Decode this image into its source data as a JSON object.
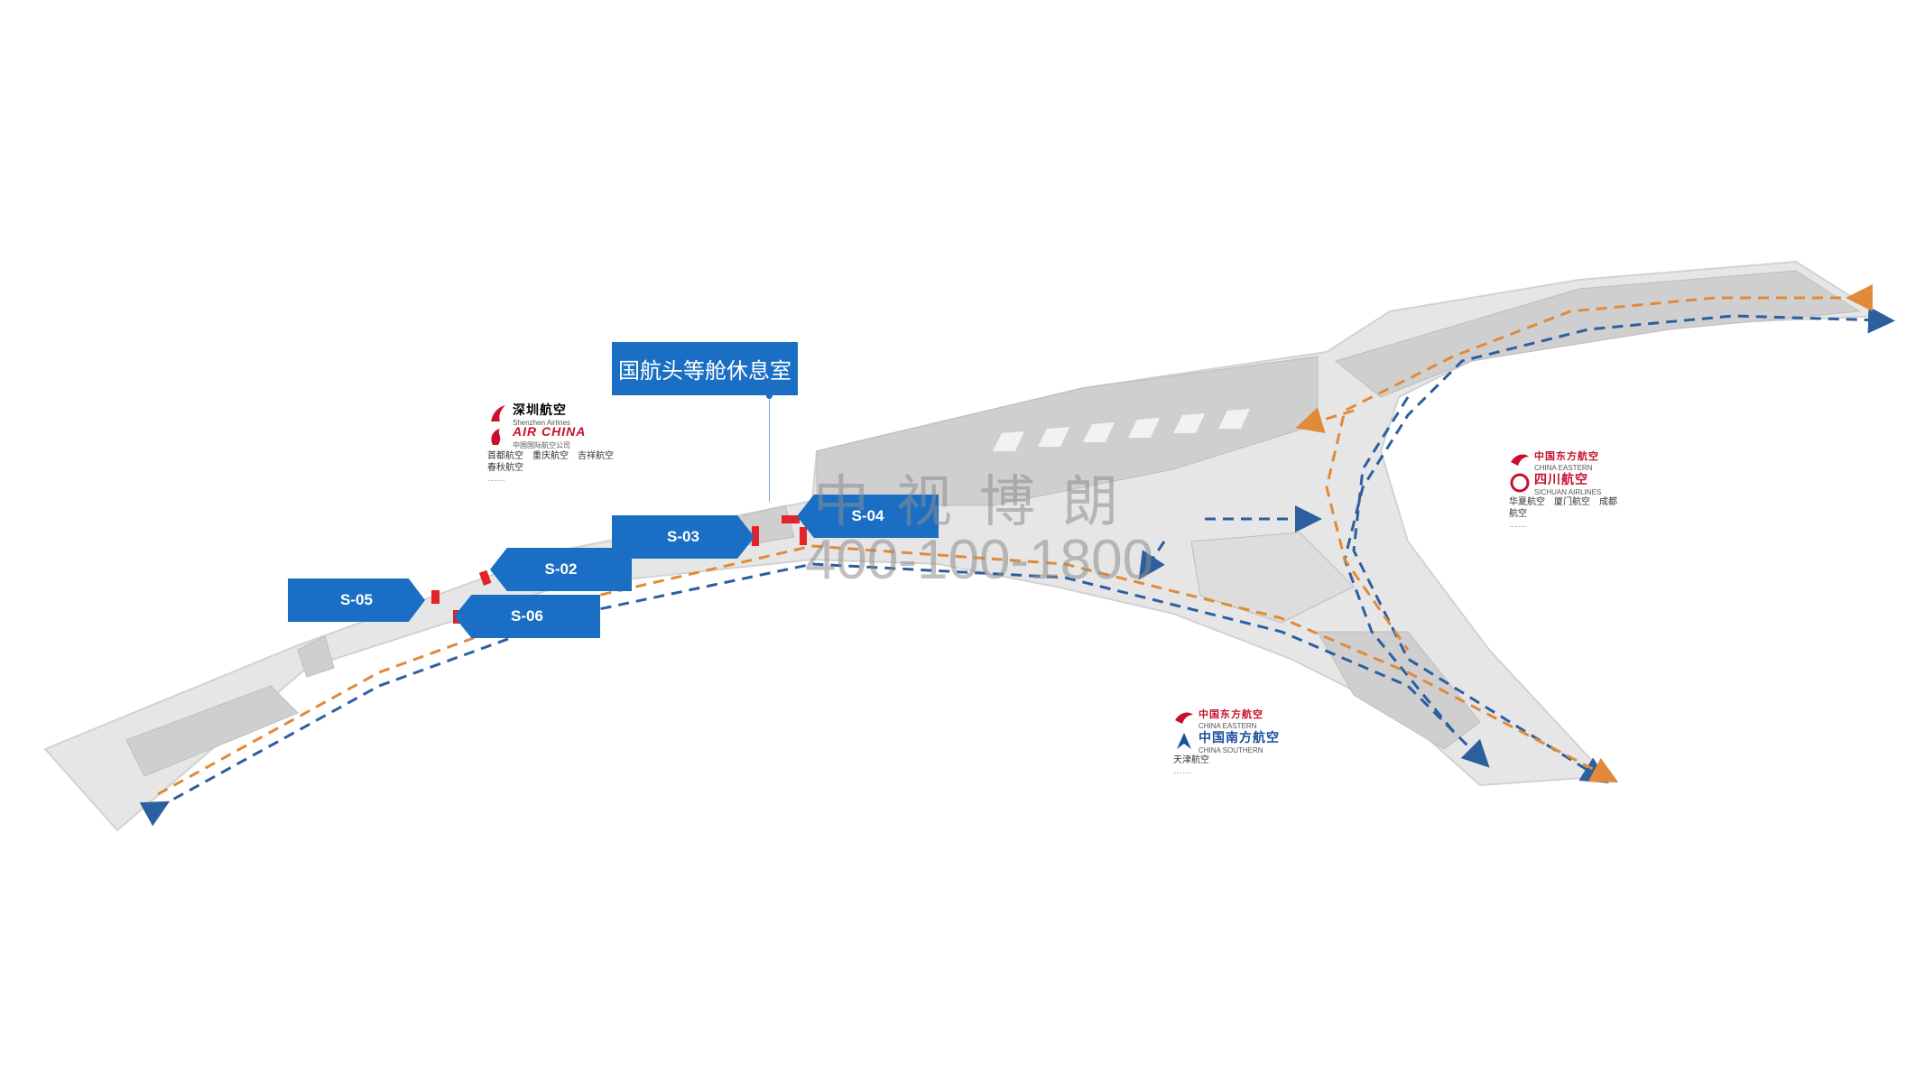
{
  "markers": [
    {
      "id": "S-05",
      "label": "S-05",
      "direction": "right"
    },
    {
      "id": "S-02",
      "label": "S-02",
      "direction": "left"
    },
    {
      "id": "S-06",
      "label": "S-06",
      "direction": "left"
    },
    {
      "id": "S-03",
      "label": "S-03",
      "direction": "right"
    },
    {
      "id": "S-04",
      "label": "S-04",
      "direction": "left"
    }
  ],
  "callout": {
    "label": "国航头等舱休息室"
  },
  "airline_groups": [
    {
      "area": "west-pier",
      "airlines": [
        {
          "name_cn": "深圳航空",
          "name_en": "Shenzhen Airlines",
          "logo": "shenzhen-airlines-logo"
        },
        {
          "name_cn": "AIR CHINA",
          "name_en": "中国国际航空公司",
          "logo": "air-china-logo"
        }
      ],
      "others": "首都航空　重庆航空　吉祥航空　春秋航空",
      "ellipsis": "……"
    },
    {
      "area": "north-pier",
      "airlines": [
        {
          "name_cn": "中国东方航空",
          "name_en": "CHINA EASTERN",
          "logo": "china-eastern-logo"
        },
        {
          "name_cn": "四川航空",
          "name_en": "SICHUAN AIRLINES",
          "logo": "sichuan-airlines-logo"
        }
      ],
      "others": "华夏航空　厦门航空　成都航空",
      "ellipsis": "……"
    },
    {
      "area": "south-pier",
      "airlines": [
        {
          "name_cn": "中国东方航空",
          "name_en": "CHINA EASTERN",
          "logo": "china-eastern-logo"
        },
        {
          "name_cn": "中国南方航空",
          "name_en": "CHINA SOUTHERN",
          "logo": "china-southern-logo"
        }
      ],
      "others": "天津航空",
      "ellipsis": "……"
    }
  ],
  "watermark": {
    "name": "中视博朗",
    "phone": "400-100-1800"
  },
  "colors": {
    "marker_blue": "#1a6fc4",
    "route_blue": "#2b5f9e",
    "route_orange": "#e08a3a",
    "terminal_fill": "#e6e6e6",
    "building_fill": "#cfcfcf",
    "gate_red": "#e2232a"
  }
}
